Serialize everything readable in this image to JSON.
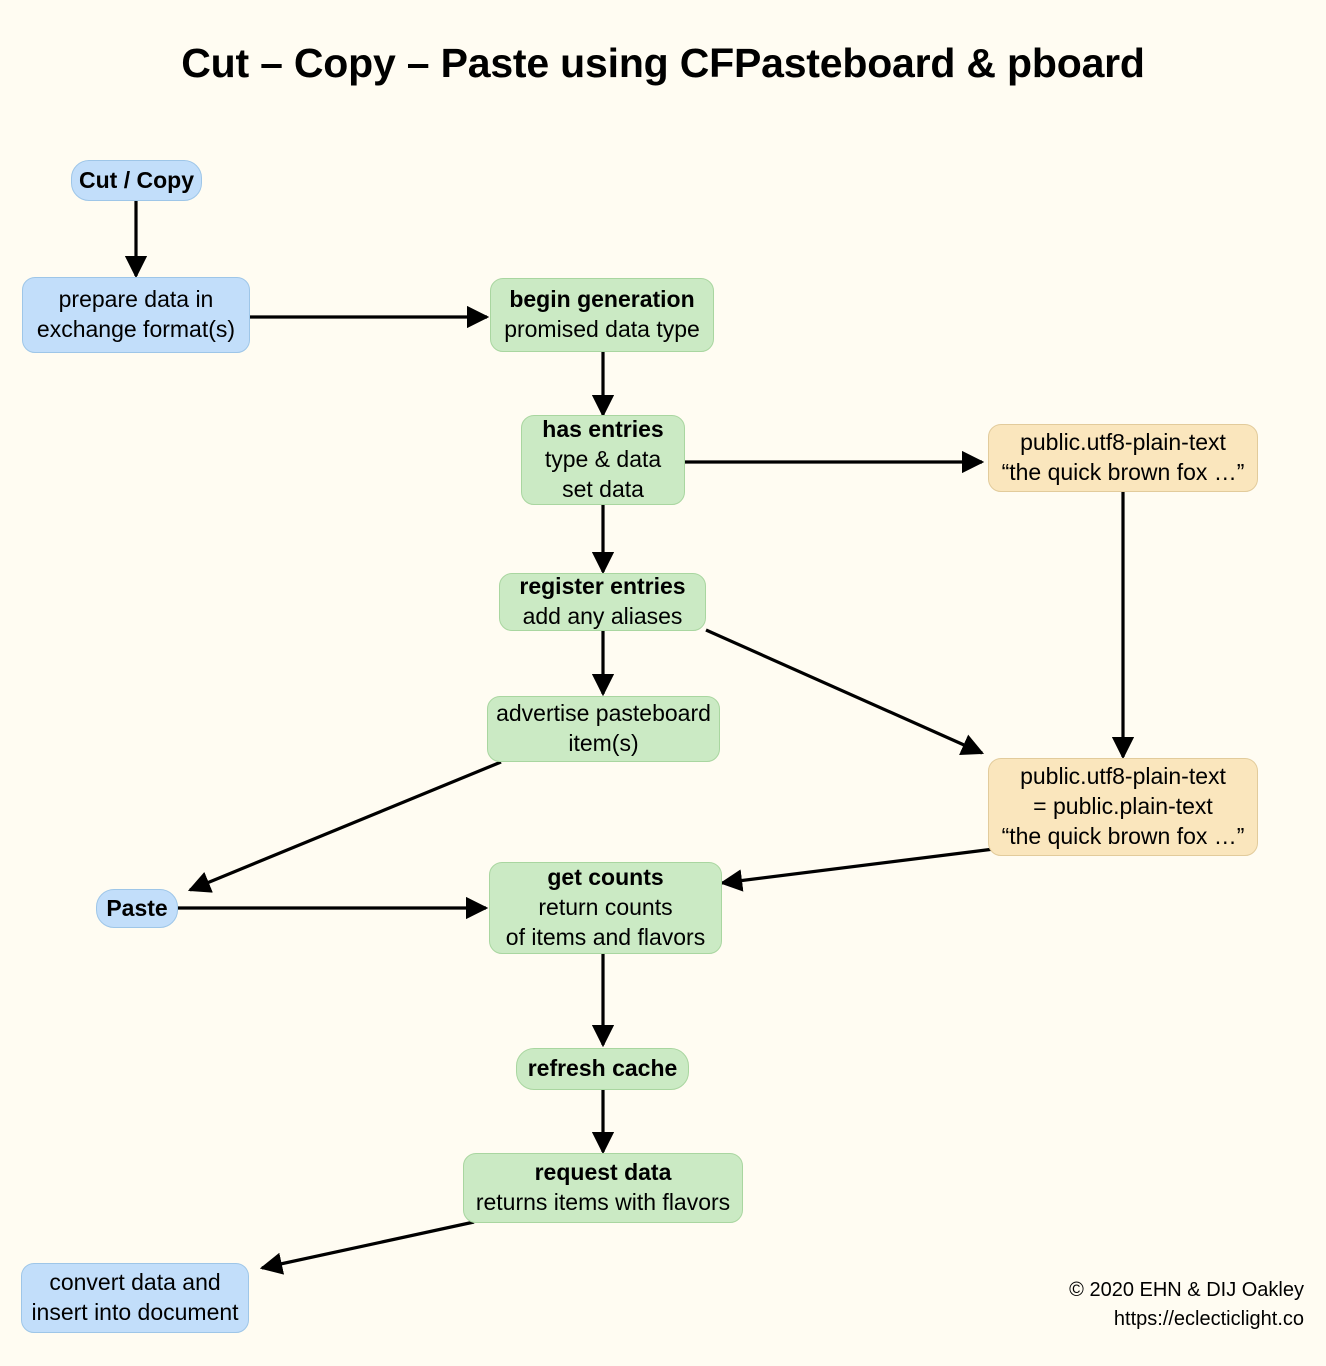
{
  "title": "Cut – Copy – Paste using CFPasteboard & pboard",
  "colors": {
    "background": "#fffcf2",
    "blue_fill": "#c2defa",
    "blue_stroke": "#9ec6e8",
    "green_fill": "#cbeac4",
    "green_stroke": "#a9d6a0",
    "orange_fill": "#fae6bd",
    "orange_stroke": "#e2cb9b",
    "arrow": "#000000",
    "text": "#000000"
  },
  "nodes": {
    "cut_copy": {
      "lines": [
        {
          "text": "Cut / Copy",
          "bold": true
        }
      ]
    },
    "prepare_data": {
      "lines": [
        {
          "text": "prepare data in",
          "bold": false
        },
        {
          "text": "exchange format(s)",
          "bold": false
        }
      ]
    },
    "begin_generation": {
      "lines": [
        {
          "text": "begin generation",
          "bold": true
        },
        {
          "text": "promised data type",
          "bold": false
        }
      ]
    },
    "has_entries": {
      "lines": [
        {
          "text": "has entries",
          "bold": true
        },
        {
          "text": "type & data",
          "bold": false
        },
        {
          "text": "set data",
          "bold": false
        }
      ]
    },
    "register_entries": {
      "lines": [
        {
          "text": "register entries",
          "bold": true
        },
        {
          "text": "add any aliases",
          "bold": false
        }
      ]
    },
    "advertise_items": {
      "lines": [
        {
          "text": "advertise pasteboard",
          "bold": false
        },
        {
          "text": "item(s)",
          "bold": false
        }
      ]
    },
    "flavor_utf8": {
      "lines": [
        {
          "text": "public.utf8-plain-text",
          "bold": false
        },
        {
          "text": "“the quick brown fox …”",
          "bold": false
        }
      ]
    },
    "flavor_utf8_alias": {
      "lines": [
        {
          "text": "public.utf8-plain-text",
          "bold": false
        },
        {
          "text": "= public.plain-text",
          "bold": false
        },
        {
          "text": "“the quick brown fox …”",
          "bold": false
        }
      ]
    },
    "paste": {
      "lines": [
        {
          "text": "Paste",
          "bold": true
        }
      ]
    },
    "get_counts": {
      "lines": [
        {
          "text": "get counts",
          "bold": true
        },
        {
          "text": "return counts",
          "bold": false
        },
        {
          "text": "of items and flavors",
          "bold": false
        }
      ]
    },
    "refresh_cache": {
      "lines": [
        {
          "text": "refresh cache",
          "bold": true
        }
      ]
    },
    "request_data": {
      "lines": [
        {
          "text": "request data",
          "bold": true
        },
        {
          "text": "returns items with flavors",
          "bold": false
        }
      ]
    },
    "convert_data": {
      "lines": [
        {
          "text": "convert data and",
          "bold": false
        },
        {
          "text": "insert into document",
          "bold": false
        }
      ]
    }
  },
  "edges": [
    {
      "from": "cut_copy",
      "to": "prepare_data"
    },
    {
      "from": "prepare_data",
      "to": "begin_generation"
    },
    {
      "from": "begin_generation",
      "to": "has_entries"
    },
    {
      "from": "has_entries",
      "to": "flavor_utf8"
    },
    {
      "from": "has_entries",
      "to": "register_entries"
    },
    {
      "from": "register_entries",
      "to": "advertise_items"
    },
    {
      "from": "register_entries",
      "to": "flavor_utf8_alias"
    },
    {
      "from": "flavor_utf8",
      "to": "flavor_utf8_alias"
    },
    {
      "from": "advertise_items",
      "to": "paste"
    },
    {
      "from": "flavor_utf8_alias",
      "to": "get_counts"
    },
    {
      "from": "paste",
      "to": "get_counts"
    },
    {
      "from": "get_counts",
      "to": "refresh_cache"
    },
    {
      "from": "refresh_cache",
      "to": "request_data"
    },
    {
      "from": "request_data",
      "to": "convert_data"
    }
  ],
  "credit": {
    "line1": "© 2020 EHN & DIJ Oakley",
    "line2": "https://eclecticlight.co"
  }
}
